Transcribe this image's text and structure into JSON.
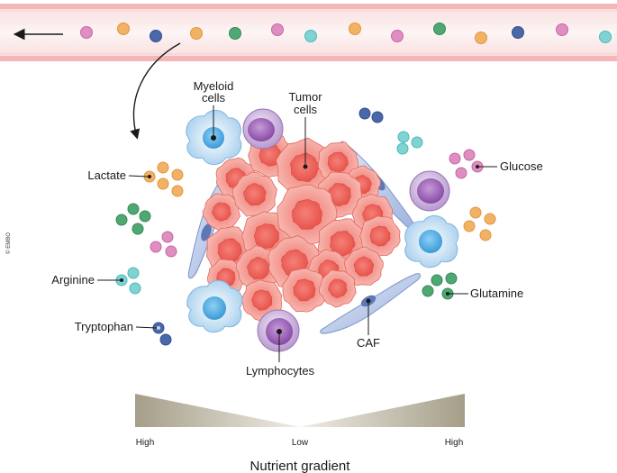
{
  "labels": {
    "myeloid_line1": "Myeloid",
    "myeloid_line2": "cells",
    "tumor_line1": "Tumor",
    "tumor_line2": "cells",
    "lactate": "Lactate",
    "glucose": "Glucose",
    "arginine": "Arginine",
    "glutamine": "Glutamine",
    "tryptophan": "Tryptophan",
    "caf": "CAF",
    "lymphocytes": "Lymphocytes"
  },
  "gradient": {
    "high_left": "High",
    "low": "Low",
    "high_right": "High",
    "title": "Nutrient gradient"
  },
  "copyright": "© EMBO",
  "colors": {
    "lactate": "#f2b266",
    "glucose": "#de8fc0",
    "arginine": "#7fd3d3",
    "glutamine": "#4fa872",
    "tryptophan": "#4a67a8",
    "tumor": "#ef8d86",
    "myeloid": "#bcdcf2",
    "lymphocyte": "#b08ac6",
    "caf": "#a9bce0",
    "vessel": "#f6c3c4"
  }
}
